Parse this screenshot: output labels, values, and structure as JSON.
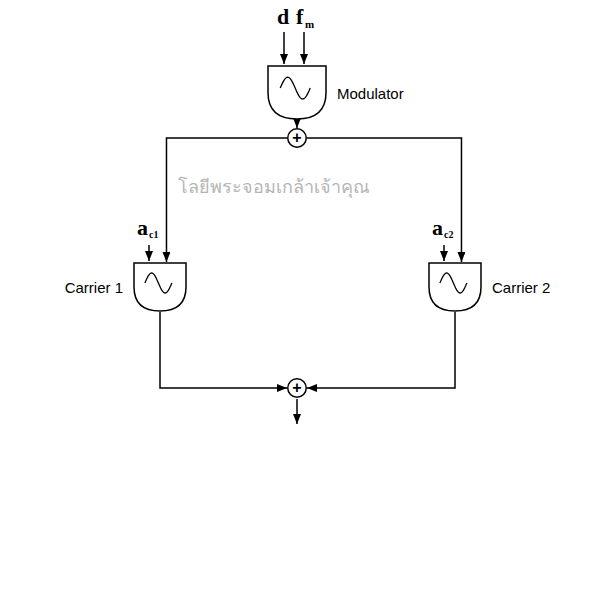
{
  "diagram": {
    "nodes": [
      {
        "text": [
          "Modulator"
        ]
      },
      {
        "text": [
          "+"
        ]
      },
      {
        "text": [
          "Carrier 1"
        ]
      },
      {
        "text": [
          "Carrier 2"
        ]
      },
      {
        "text": [
          "+"
        ]
      }
    ],
    "edges": [
      {
        "from": 0,
        "to": 1,
        "arrow": "to"
      },
      {
        "from": 1,
        "to": 2,
        "arrow": "to"
      },
      {
        "from": 1,
        "to": 3,
        "arrow": "to"
      },
      {
        "from": 2,
        "to": 4,
        "arrow": "to"
      },
      {
        "from": 3,
        "to": 4,
        "arrow": "to"
      }
    ],
    "labels": [
      "d",
      "f",
      "m",
      "a",
      "c1",
      "a",
      "c2",
      "โลยีพระจอมเกล้าเจ้าคุณ"
    ]
  }
}
